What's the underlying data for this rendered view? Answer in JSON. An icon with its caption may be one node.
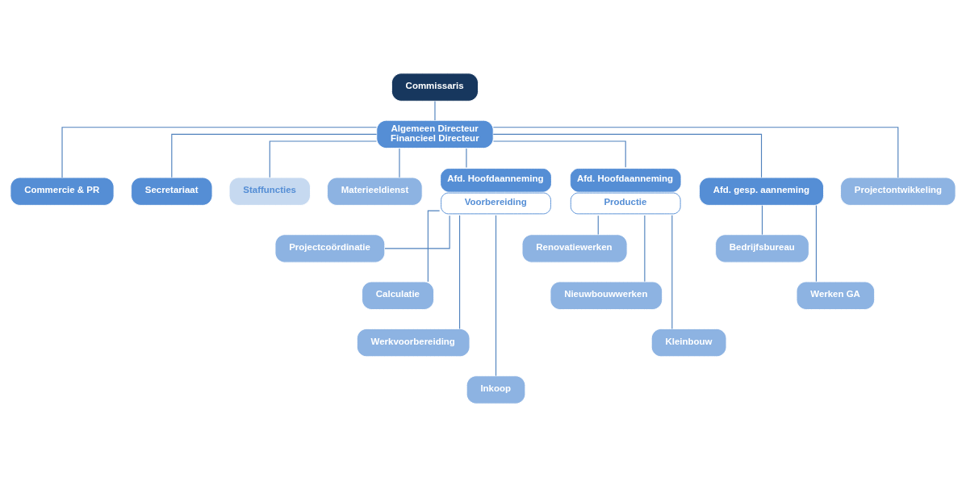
{
  "diagram": {
    "nodes": [
      {
        "text": [
          "Commissaris"
        ]
      },
      {
        "text": [
          "Algemeen Directeur",
          "Financieel Directeur"
        ]
      },
      {
        "text": [
          "Commercie & PR"
        ]
      },
      {
        "text": [
          "Secretariaat"
        ]
      },
      {
        "text": [
          "Staffuncties"
        ]
      },
      {
        "text": [
          "Materieeldienst"
        ]
      },
      {
        "text": [
          "Afd. Hoofdaanneming",
          "Voorbereiding"
        ]
      },
      {
        "text": [
          "Projectcoördinatie"
        ]
      },
      {
        "text": [
          "Calculatie"
        ]
      },
      {
        "text": [
          "Werkvoorbereiding"
        ]
      },
      {
        "text": [
          "Inkoop"
        ]
      },
      {
        "text": [
          "Afd. Hoofdaanneming",
          "Productie"
        ]
      },
      {
        "text": [
          "Renovatiewerken"
        ]
      },
      {
        "text": [
          "Nieuwbouwwerken"
        ]
      },
      {
        "text": [
          "Kleinbouw"
        ]
      },
      {
        "text": [
          "Afd. gesp. aanneming"
        ]
      },
      {
        "text": [
          "Bedrijfsbureau"
        ]
      },
      {
        "text": [
          "Werken GA"
        ]
      },
      {
        "text": [
          "Projectontwikkeling"
        ]
      }
    ],
    "edges": [
      {
        "from": 0,
        "to": 1,
        "arrow": "none"
      },
      {
        "from": 1,
        "to": 2,
        "arrow": "none"
      },
      {
        "from": 1,
        "to": 3,
        "arrow": "none"
      },
      {
        "from": 1,
        "to": 4,
        "arrow": "none"
      },
      {
        "from": 1,
        "to": 5,
        "arrow": "none"
      },
      {
        "from": 1,
        "to": 6,
        "arrow": "none"
      },
      {
        "from": 1,
        "to": 11,
        "arrow": "none"
      },
      {
        "from": 1,
        "to": 15,
        "arrow": "none"
      },
      {
        "from": 1,
        "to": 18,
        "arrow": "none"
      },
      {
        "from": 6,
        "to": 7,
        "arrow": "none"
      },
      {
        "from": 6,
        "to": 8,
        "arrow": "none"
      },
      {
        "from": 6,
        "to": 9,
        "arrow": "none"
      },
      {
        "from": 6,
        "to": 10,
        "arrow": "none"
      },
      {
        "from": 11,
        "to": 12,
        "arrow": "none"
      },
      {
        "from": 11,
        "to": 13,
        "arrow": "none"
      },
      {
        "from": 11,
        "to": 14,
        "arrow": "none"
      },
      {
        "from": 15,
        "to": 16,
        "arrow": "none"
      },
      {
        "from": 15,
        "to": 17,
        "arrow": "none"
      }
    ]
  }
}
